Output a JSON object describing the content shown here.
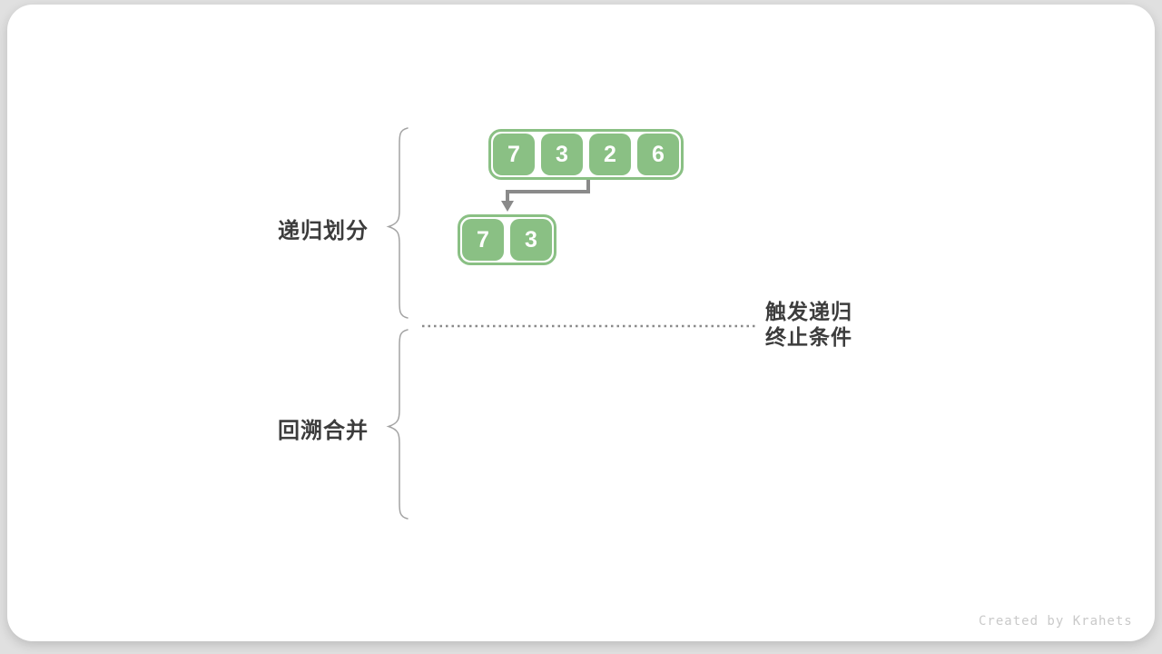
{
  "labels": {
    "recursive_divide": "递归划分",
    "backtrack_merge": "回溯合并",
    "termination_line1": "触发递归",
    "termination_line2": "终止条件"
  },
  "arrays": {
    "top": {
      "values": [
        "7",
        "3",
        "2",
        "6"
      ]
    },
    "sub": {
      "values": [
        "7",
        "3"
      ]
    }
  },
  "watermark": "Created by Krahets",
  "colors": {
    "cell_green": "#8AC084",
    "arrow_gray": "#8A8A8A",
    "brace_gray": "#A3A3A3",
    "text_dark": "#3C3C3C",
    "watermark_gray": "#C9C9C9",
    "card_bg": "#FFFFFF",
    "page_bg": "#E0E0E0"
  }
}
